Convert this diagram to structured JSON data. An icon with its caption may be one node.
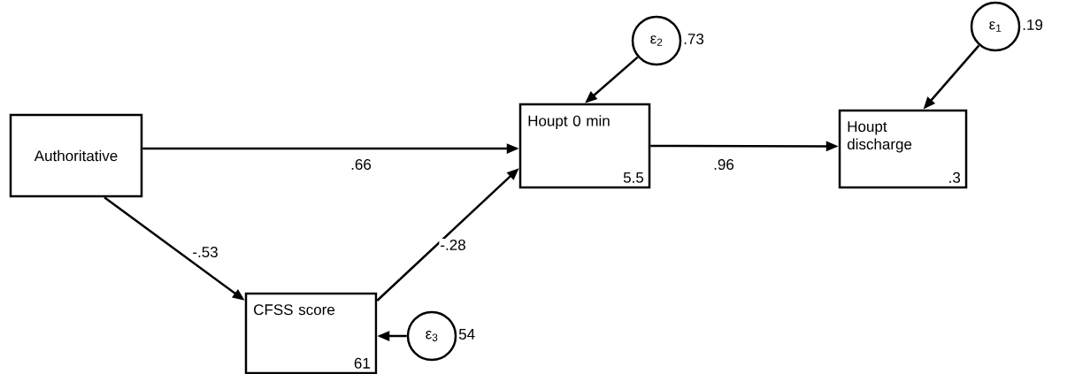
{
  "diagram": {
    "nodes": [
      {
        "text": [
          "Authoritative"
        ]
      },
      {
        "text": [
          "Houpt 0 min",
          "5.5"
        ]
      },
      {
        "text": [
          "Houpt discharge",
          ".3"
        ]
      },
      {
        "text": [
          "CFSS score",
          "61"
        ]
      },
      {
        "text": [
          "ε$_{2}$"
        ],
        "beside": [
          ".73"
        ]
      },
      {
        "text": [
          "ε$_{1}$"
        ],
        "beside": [
          ".19"
        ]
      },
      {
        "text": [
          "ε$_{3}$"
        ],
        "beside": [
          "54"
        ]
      }
    ],
    "edges": [
      {
        "from": 0,
        "to": 1,
        "arrow": "to",
        "label": ".66"
      },
      {
        "from": 1,
        "to": 2,
        "arrow": "to",
        "label": ".96"
      },
      {
        "from": 0,
        "to": 3,
        "arrow": "to",
        "label": "-.53"
      },
      {
        "from": 3,
        "to": 1,
        "arrow": "to",
        "label": "-.28"
      },
      {
        "from": 4,
        "to": 1,
        "arrow": "to"
      },
      {
        "from": 5,
        "to": 2,
        "arrow": "to"
      },
      {
        "from": 6,
        "to": 3,
        "arrow": "to"
      }
    ]
  }
}
